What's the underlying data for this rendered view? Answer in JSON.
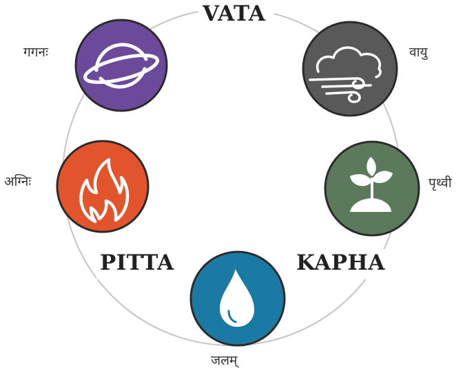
{
  "diagram": {
    "doshas": {
      "vata": "VATA",
      "pitta": "PITTA",
      "kapha": "KAPHA"
    },
    "elements": {
      "space": {
        "sanskrit": "गगनः",
        "icon": "planet-icon",
        "color": "#6b4a9c"
      },
      "air": {
        "sanskrit": "वायु",
        "icon": "cloud-wind-icon",
        "color": "#595959"
      },
      "fire": {
        "sanskrit": "अग्निः",
        "icon": "flame-icon",
        "color": "#e2542c"
      },
      "earth": {
        "sanskrit": "पृथ्वी",
        "icon": "sprout-icon",
        "color": "#5b7a5b"
      },
      "water": {
        "sanskrit": "जलम्",
        "icon": "water-drop-icon",
        "color": "#1b7aa3"
      }
    },
    "colors": {
      "ring": "#bfbfbf",
      "outline": "#2b2b2b",
      "text": "#222222"
    }
  }
}
